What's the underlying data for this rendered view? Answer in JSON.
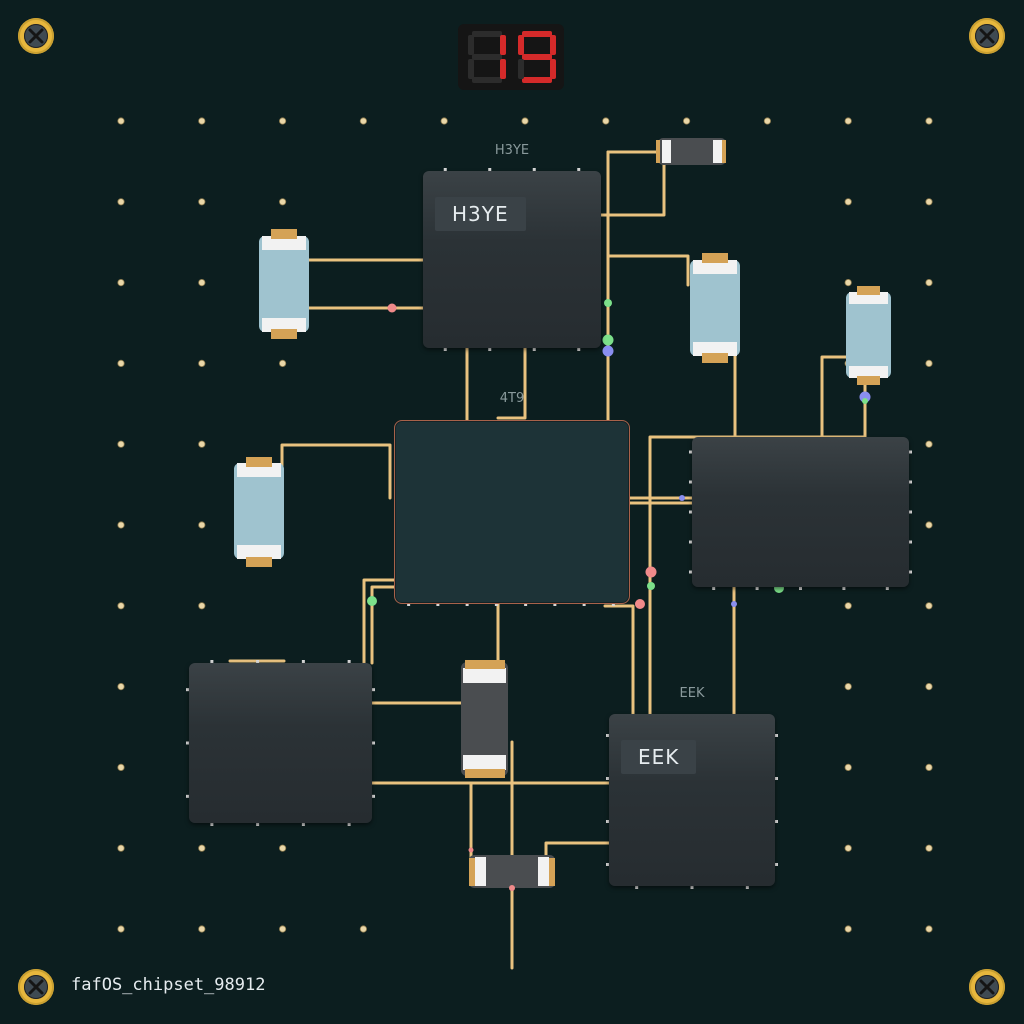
{
  "score": {
    "digits": "19"
  },
  "board": {
    "id": "fafOS_chipset_98912"
  },
  "chips": {
    "h3ye": {
      "caption": "H3YE",
      "label": "H3YE"
    },
    "core": {
      "caption": "4T9"
    },
    "eek": {
      "caption": "EEK",
      "label": "EEK"
    }
  },
  "colors": {
    "background": "#0c1e1f",
    "trace": "#e9c27f",
    "segment_on": "#d42a2a",
    "segment_off": "#2c2c2c",
    "screw": "#e7b73d",
    "capacitor_body": "#9fc3cf",
    "resistor_body": "#4a4d50",
    "led_green": "#7ce08a",
    "led_red": "#f08a8a",
    "led_blue": "#8a8ef0"
  }
}
